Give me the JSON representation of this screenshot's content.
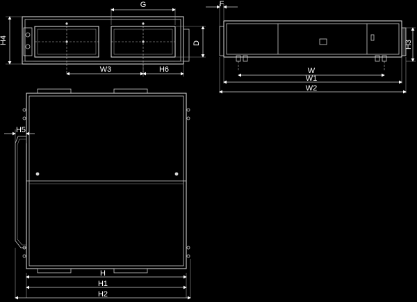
{
  "labels": {
    "G": "G",
    "F": "F",
    "H4": "H4",
    "D": "D",
    "W3": "W3",
    "H6": "H6",
    "H3": "H3",
    "W": "W",
    "W1": "W1",
    "W2": "W2",
    "H5": "H5",
    "H": "H",
    "H1": "H1",
    "H2": "H2"
  },
  "colors": {
    "background": "#000000",
    "line": "#e6e6e6",
    "text": "#ffffff"
  }
}
